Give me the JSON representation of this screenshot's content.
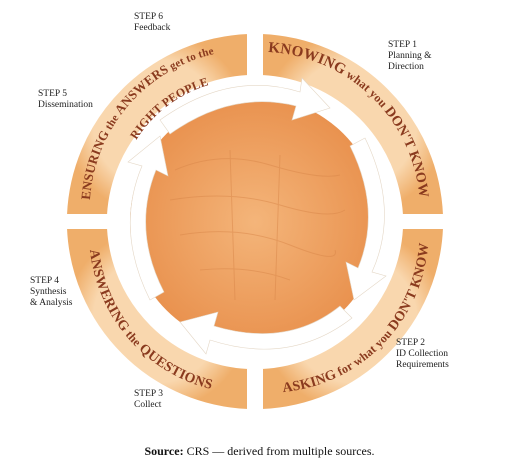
{
  "steps": [
    {
      "step": "STEP 1",
      "name_lines": [
        "Planning &",
        "Direction"
      ],
      "arc_text": [
        "KNOWING",
        " what you ",
        "DON'T KNOW"
      ]
    },
    {
      "step": "STEP 2",
      "name_lines": [
        "ID Collection",
        "Requirements"
      ],
      "arc_text": [
        "ASKING",
        " for what you ",
        "DON'T KNOW"
      ]
    },
    {
      "step": "STEP 3",
      "name_lines": [
        "Collect"
      ],
      "arc_text": [
        "ANSWERING",
        " the ",
        "QUESTIONS"
      ]
    },
    {
      "step": "STEP 4",
      "name_lines": [
        "Synthesis",
        "& Analysis"
      ]
    },
    {
      "step": "STEP 5",
      "name_lines": [
        "Dissemination"
      ],
      "arc_text_line1": [
        "ENSURING",
        " the ",
        "ANSWERS",
        " get to the"
      ],
      "arc_text_line2": "RIGHT PEOPLE"
    },
    {
      "step": "STEP 6",
      "name_lines": [
        "Feedback"
      ]
    }
  ],
  "caption": {
    "label": "Source:",
    "text": " CRS — derived from multiple sources."
  },
  "colors": {
    "ring_outer": "#f2b97a",
    "ring_inner": "#f7cf9f",
    "center": "#f0a25e",
    "arc_text": "#8a3a1e",
    "arrow": "#ffffff"
  }
}
